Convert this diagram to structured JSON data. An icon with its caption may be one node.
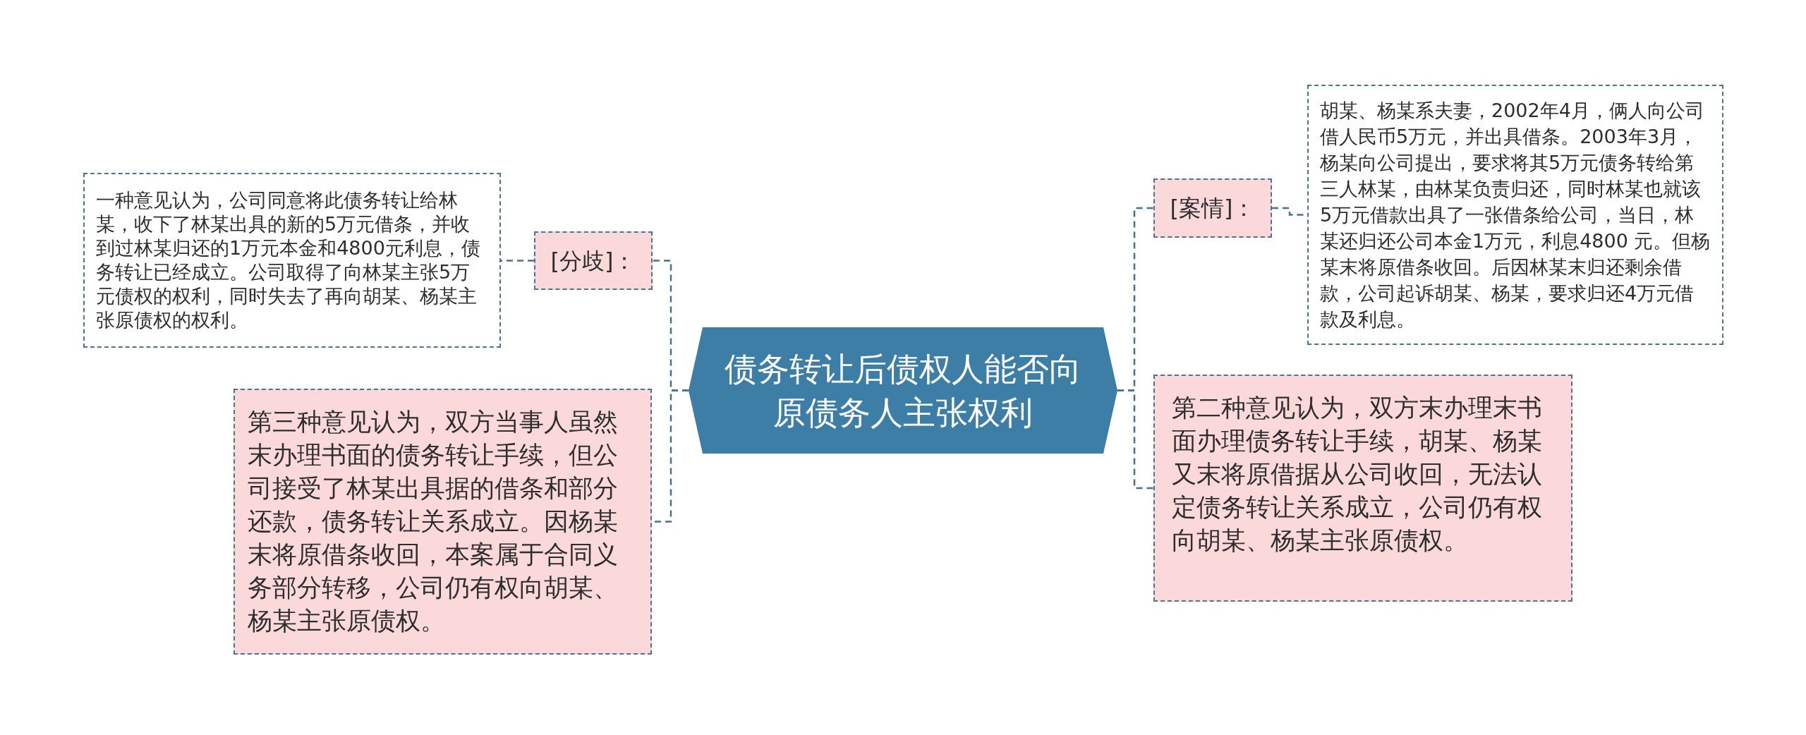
{
  "diagram": {
    "nodes": [
      {
        "text": [
          "债务转让后债权人能否向原债务人主张权利"
        ]
      },
      {
        "text": [
          "[分歧]："
        ]
      },
      {
        "text": [
          "一种意见认为，公司同意将此债务转让给林某，收下了林某出具的新的5万元借条，并收到过林某归还的1万元本金和4800元利息，债务转让已经成立。公司取得了向林某主张5万元债权的权利，同时失去了再向胡某、杨某主张原债权的权利。"
        ]
      },
      {
        "text": [
          "第三种意见认为，双方当事人虽然末办理书面的债务转让手续，但公司接受了林某出具据的借条和部分还款，债务转让关系成立。因杨某末将原借条收回，本案属于合同义务部分转移，公司仍有权向胡某、杨某主张原债权。"
        ]
      },
      {
        "text": [
          "[案情]："
        ]
      },
      {
        "text": [
          "胡某、杨某系夫妻，2002年4月，俩人向公司借人民币5万元，并出具借条。2003年3月，杨某向公司提出，要求将其5万元债务转给第三人林某，由林某负责归还，同时林某也就该5万元借款出具了一张借条给公司，当日，林某还归还公司本金1万元，利息4800 元。但杨某末将原借条收回。后因林某末归还剩余借款，公司起诉胡某、杨某，要求归还4万元借款及利息。"
        ]
      },
      {
        "text": [
          "第二种意见认为，双方末办理末书面办理债务转让手续，胡某、杨某又末将原借据从公司收回，无法认定债务转让关系成立，公司仍有权向胡某、杨某主张原债权。"
        ]
      }
    ],
    "edges": [
      {
        "from": 0,
        "to": 1,
        "arrow": "none",
        "style": "dashed"
      },
      {
        "from": 1,
        "to": 2,
        "arrow": "none",
        "style": "dashed"
      },
      {
        "from": 0,
        "to": 3,
        "arrow": "none",
        "style": "dashed"
      },
      {
        "from": 0,
        "to": 4,
        "arrow": "none",
        "style": "dashed"
      },
      {
        "from": 4,
        "to": 5,
        "arrow": "none",
        "style": "dashed"
      },
      {
        "from": 0,
        "to": 6,
        "arrow": "none",
        "style": "dashed"
      }
    ]
  }
}
